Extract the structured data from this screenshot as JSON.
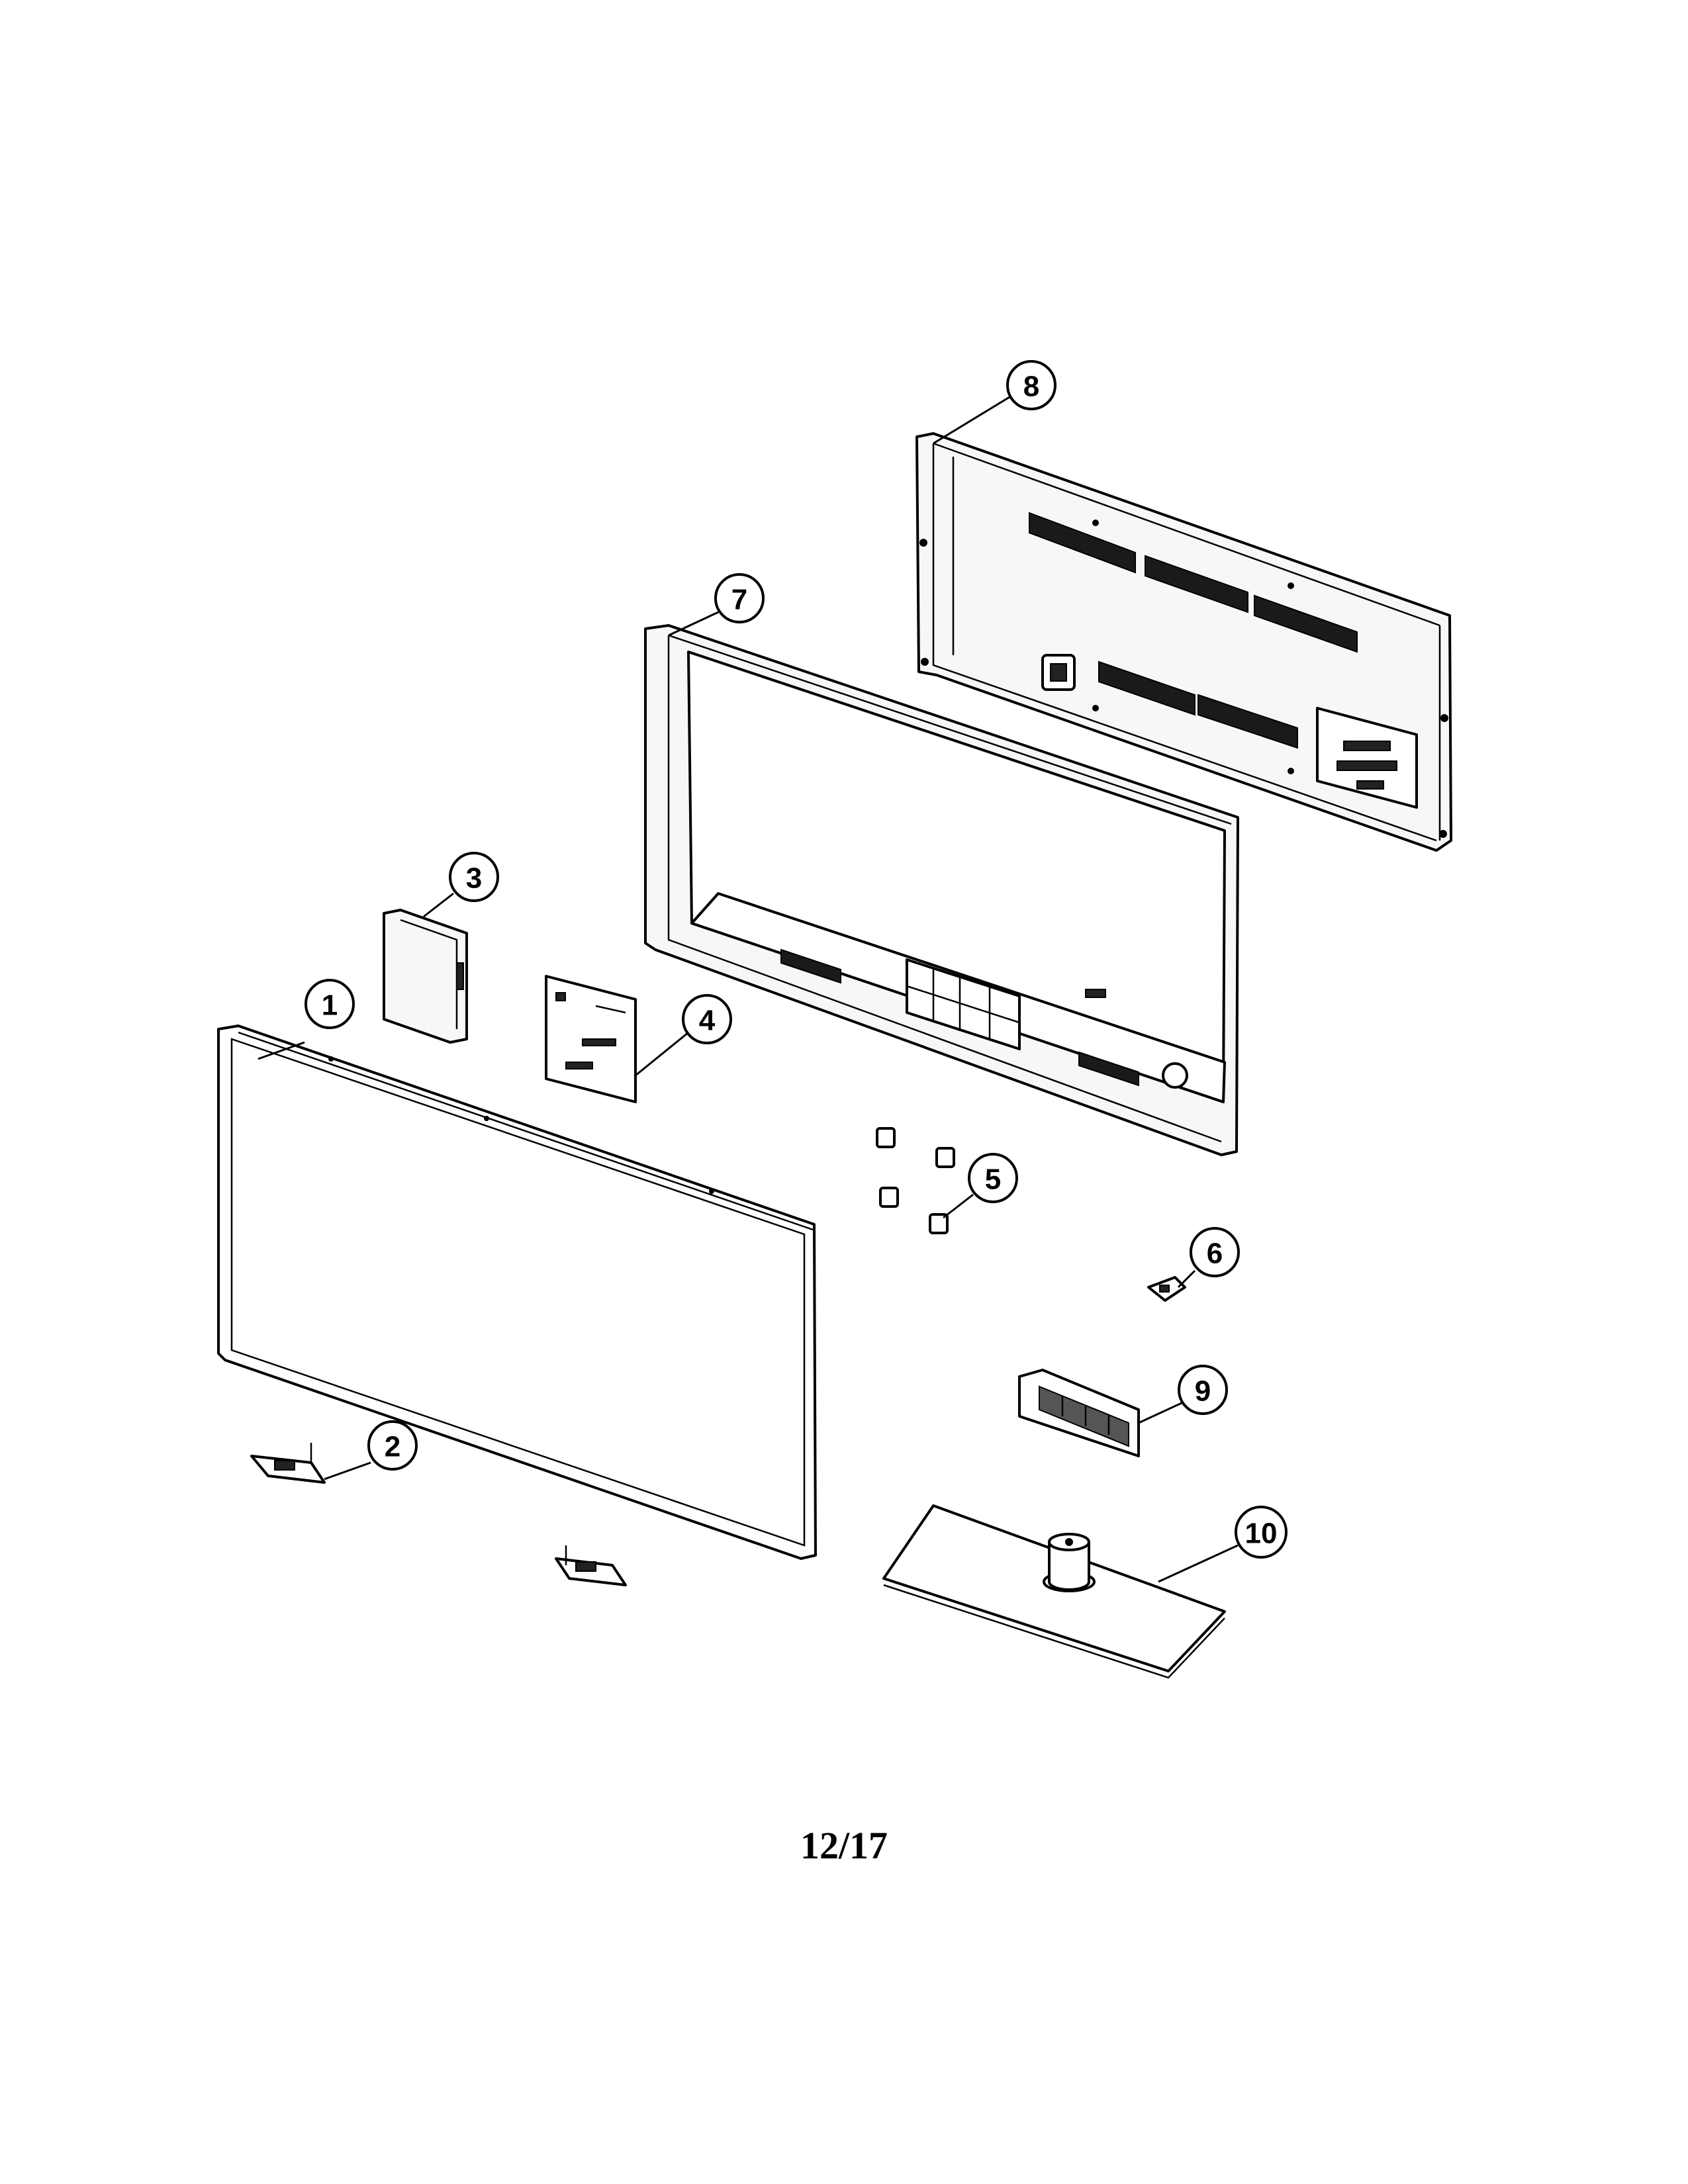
{
  "callouts": [
    {
      "id": "1",
      "label": "1"
    },
    {
      "id": "2",
      "label": "2"
    },
    {
      "id": "3",
      "label": "3"
    },
    {
      "id": "4",
      "label": "4"
    },
    {
      "id": "5",
      "label": "5"
    },
    {
      "id": "6",
      "label": "6"
    },
    {
      "id": "7",
      "label": "7"
    },
    {
      "id": "8",
      "label": "8"
    },
    {
      "id": "9",
      "label": "9"
    },
    {
      "id": "10",
      "label": "10"
    }
  ],
  "page_number": "12/17"
}
